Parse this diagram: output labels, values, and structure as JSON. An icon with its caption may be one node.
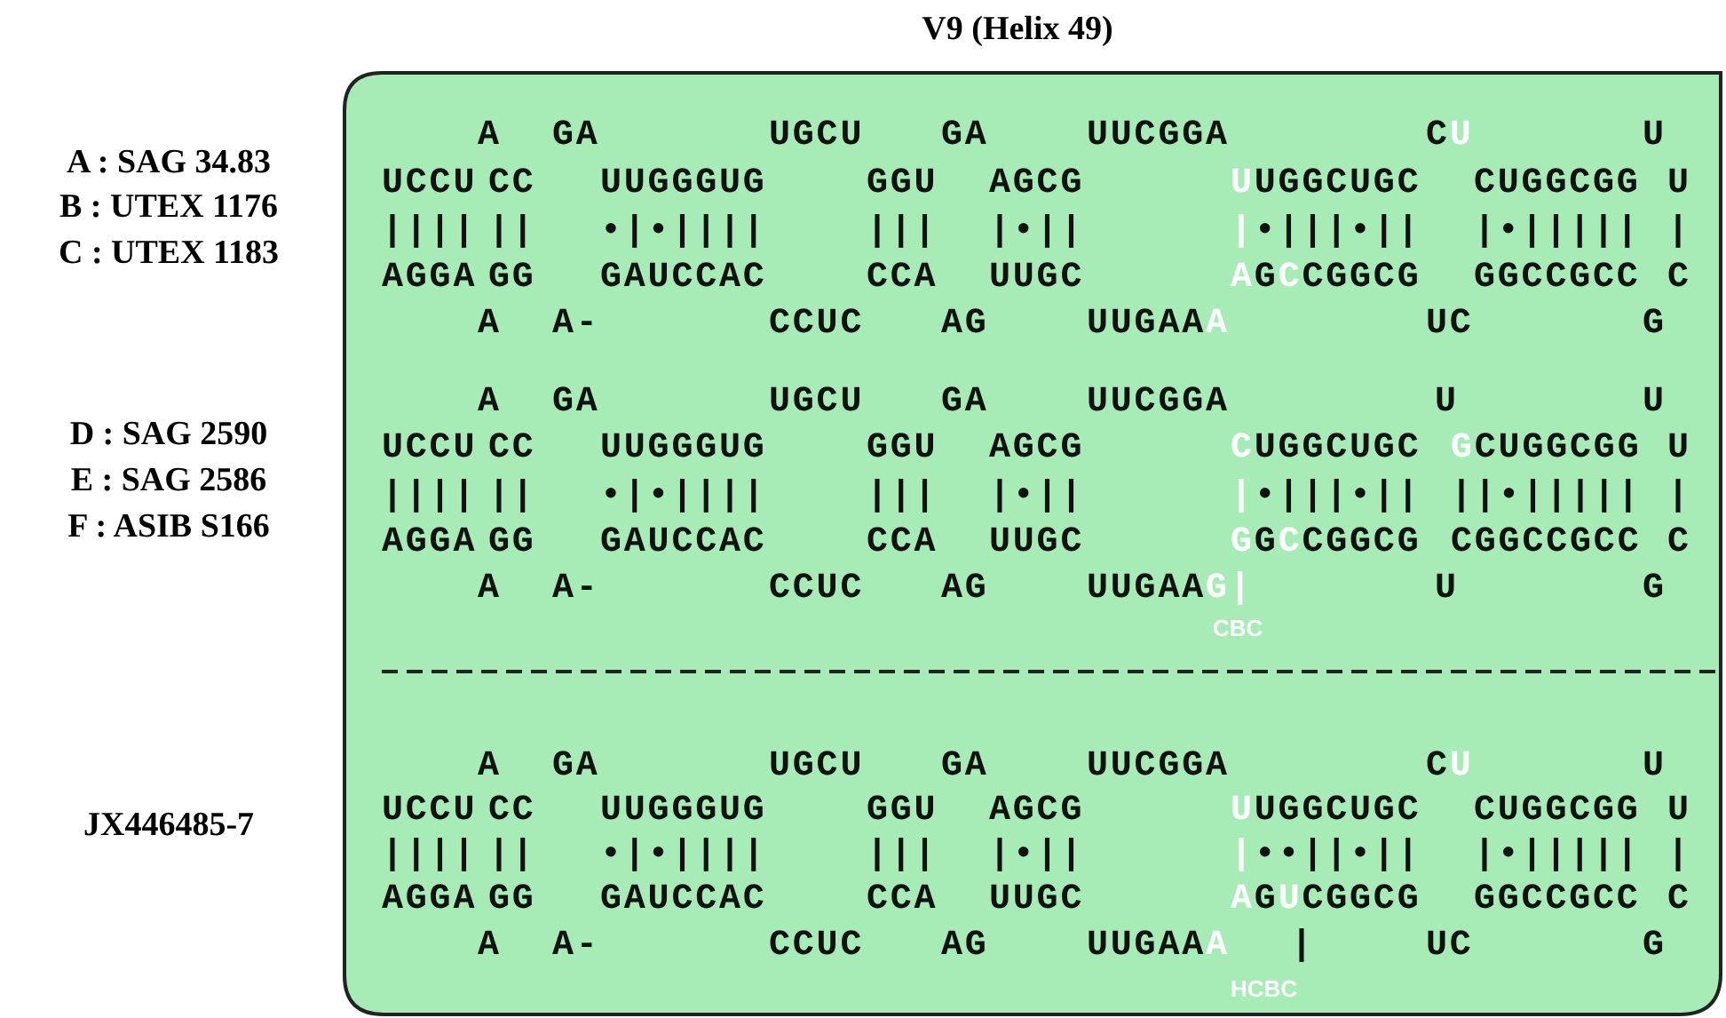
{
  "diagram": {
    "title": "V9 (Helix 49)",
    "labels": [
      "A : SAG 34.83",
      "B : UTEX 1176",
      "C : UTEX 1183",
      "A",
      "GA",
      "UGCU",
      "GA",
      "UUCGGA",
      "C",
      "U",
      "U",
      "UCCU",
      "CC",
      "UUGGGUG",
      "GGU",
      "AGCG",
      "U",
      "UGGCUGC",
      "CUGGCGG",
      "U",
      "||||",
      "||",
      "•|•||||",
      "|||",
      "|•||",
      "|",
      "•|||•||",
      "|•|||||",
      "|",
      "AGGA",
      "GG",
      "GAUCCAC",
      "CCA",
      "UUGC",
      "A",
      "G",
      "C",
      "CGGCG",
      "GGCCGCC",
      "C",
      "A",
      "A-",
      "CCUC",
      "AG",
      "UUGAA",
      "A",
      "UC",
      "G",
      "D : SAG 2590",
      "E : SAG 2586",
      "F : ASIB S166",
      "A",
      "GA",
      "UGCU",
      "GA",
      "UUCGGA",
      "U",
      "U",
      "UCCU",
      "CC",
      "UUGGGUG",
      "GGU",
      "AGCG",
      "C",
      "UGGCUGC",
      "G",
      "CUGGCGG",
      "U",
      "||||",
      "||",
      "•|•||||",
      "|||",
      "|•||",
      "|",
      "•|||•||",
      "||•|||||",
      "|",
      "AGGA",
      "GG",
      "GAUCCAC",
      "CCA",
      "UUGC",
      "G",
      "G",
      "C",
      "CGGCG",
      "CGGCCGCC",
      "C",
      "A",
      "A-",
      "CCUC",
      "AG",
      "UUGAA",
      "G",
      "|",
      "U",
      "G",
      "CBC",
      "JX446485-7",
      "A",
      "GA",
      "UGCU",
      "GA",
      "UUCGGA",
      "C",
      "U",
      "U",
      "UCCU",
      "CC",
      "UUGGGUG",
      "GGU",
      "AGCG",
      "U",
      "UGGCUGC",
      "CUGGCGG",
      "U",
      "||||",
      "||",
      "•|•||||",
      "|||",
      "|•||",
      "|",
      "••||•||",
      "|•|||||",
      "|",
      "AGGA",
      "GG",
      "GAUCCAC",
      "CCA",
      "UUGC",
      "A",
      "G",
      "U",
      "CGGCG",
      "GGCCGCC",
      "C",
      "A",
      "A-",
      "CCUC",
      "AG",
      "UUGAA",
      "A",
      "|",
      "UC",
      "G",
      "HCBC"
    ]
  }
}
